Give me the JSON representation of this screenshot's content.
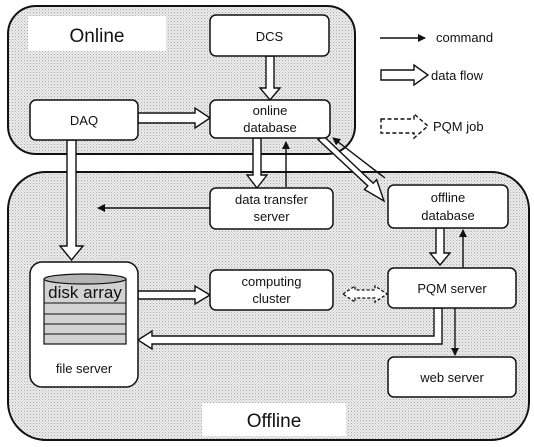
{
  "regions": {
    "online": "Online",
    "offline": "Offline"
  },
  "nodes": {
    "dcs": "DCS",
    "daq": "DAQ",
    "online_database_1": "online",
    "online_database_2": "database",
    "data_transfer_1": "data transfer",
    "data_transfer_2": "server",
    "offline_database_1": "offline",
    "offline_database_2": "database",
    "computing_1": "computing",
    "computing_2": "cluster",
    "pqm_server": "PQM server",
    "web_server": "web server",
    "disk_array": "disk array",
    "file_server": "file server"
  },
  "legend": {
    "command": "command",
    "data_flow": "data flow",
    "pqm_job": "PQM job"
  }
}
